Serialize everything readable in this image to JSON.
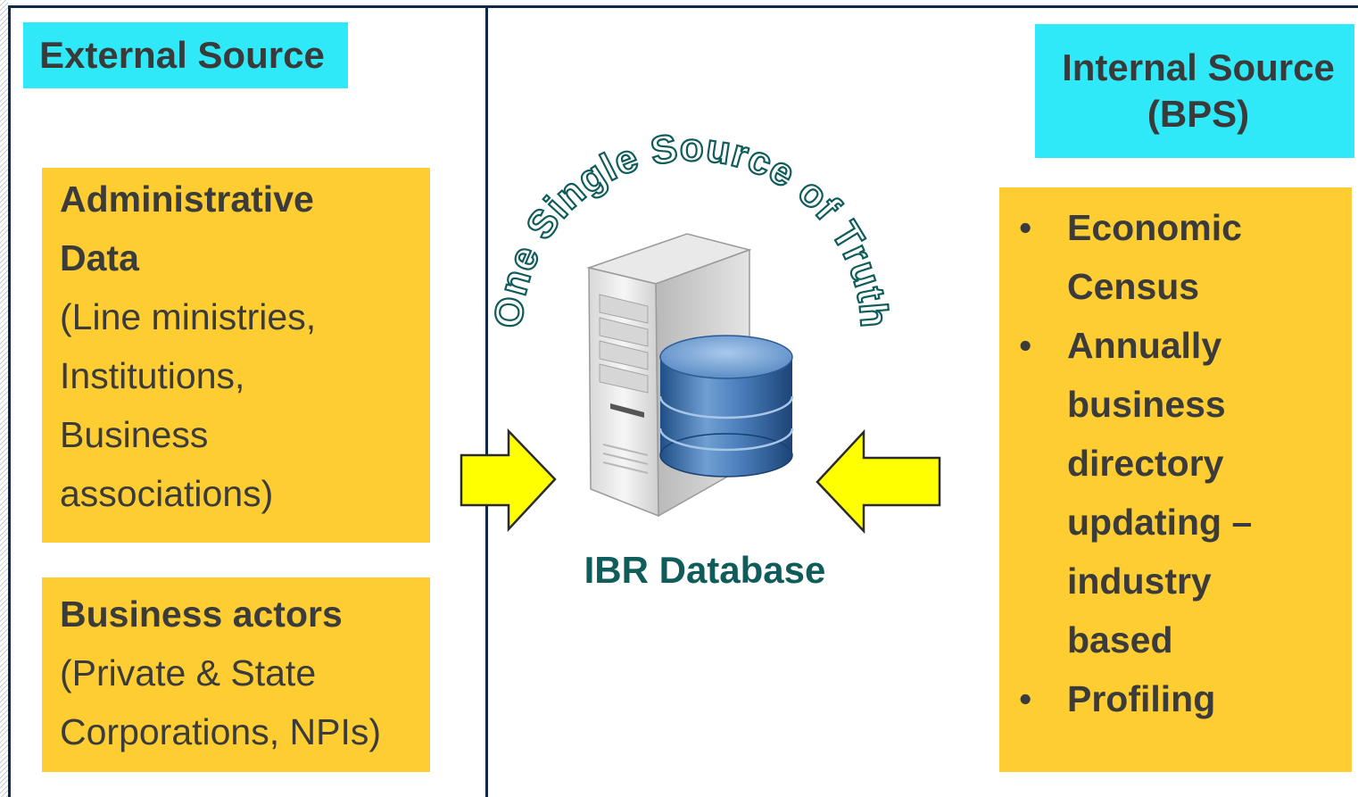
{
  "external_source": {
    "label": "External Source",
    "admin": {
      "title_line1": "Administrative",
      "title_line2": "Data",
      "detail_lines": [
        "(Line ministries,",
        "Institutions,",
        "Business",
        "associations)"
      ]
    },
    "actors": {
      "title": "Business actors",
      "detail_lines": [
        "(Private & State",
        "Corporations, NPIs)"
      ]
    }
  },
  "internal_source": {
    "label_line1": "Internal Source",
    "label_line2": "(BPS)",
    "items": [
      {
        "lines": [
          "Economic",
          "Census"
        ]
      },
      {
        "lines": [
          "Annually",
          "business",
          "directory",
          "updating –",
          "industry",
          "based"
        ]
      },
      {
        "lines": [
          "Profiling"
        ]
      }
    ]
  },
  "center": {
    "arc_text": "One Single Source of Truth",
    "database_label": "IBR Database",
    "icons": [
      "server-icon",
      "database-icon",
      "arrow-right-icon",
      "arrow-left-icon"
    ]
  },
  "colors": {
    "cyan": "#2fe9f8",
    "yellow": "#fdcd31",
    "arrow_fill": "#ffff00",
    "frame": "#10294b",
    "teal_text": "#0f5c5b"
  }
}
